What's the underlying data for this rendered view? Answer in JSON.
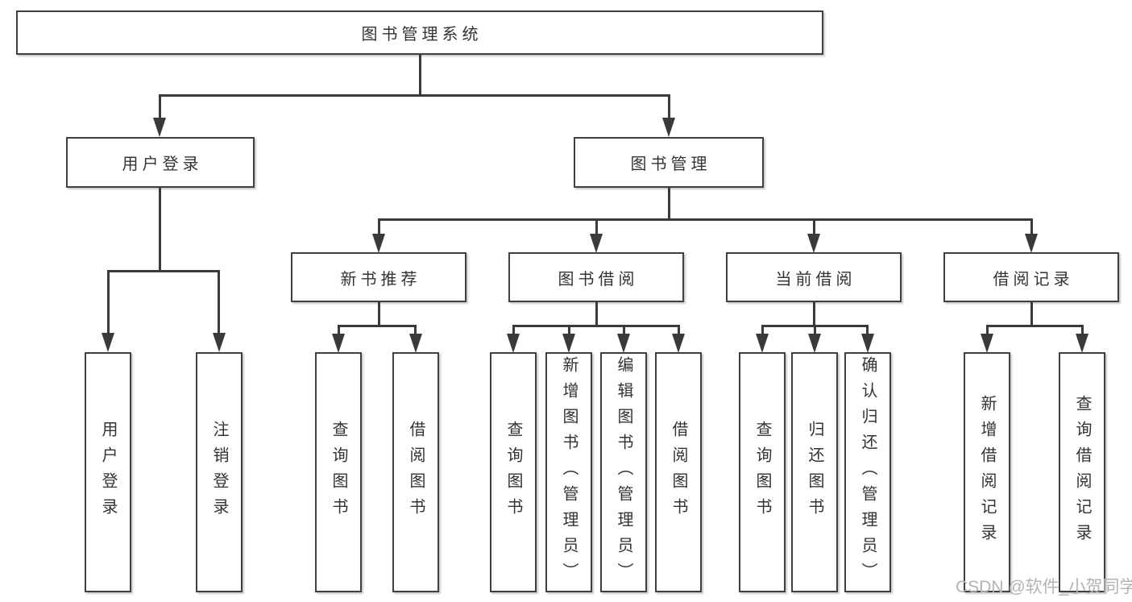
{
  "diagram": {
    "root": {
      "label": "图书管理系统"
    },
    "level1": [
      {
        "label": "用户登录"
      },
      {
        "label": "图书管理"
      }
    ],
    "level2": [
      {
        "label": "新书推荐"
      },
      {
        "label": "图书借阅"
      },
      {
        "label": "当前借阅"
      },
      {
        "label": "借阅记录"
      }
    ],
    "leaves": {
      "user_login": [
        "用户登录",
        "注销登录"
      ],
      "new_books": [
        "查询图书",
        "借阅图书"
      ],
      "book_borrow": [
        "查询图书",
        "新增图书（管理员）",
        "编辑图书（管理员）",
        "借阅图书"
      ],
      "current_borrow": [
        "查询图书",
        "归还图书",
        "确认归还（管理员）"
      ],
      "borrow_records": [
        "新增借阅记录",
        "查询借阅记录"
      ]
    }
  },
  "watermark": "CSDN @软件_小贺同学",
  "colors": {
    "line": "#3a3a3a",
    "border": "#404040",
    "text": "#333333",
    "background": "#ffffff",
    "watermark": "#b3b3b3"
  }
}
